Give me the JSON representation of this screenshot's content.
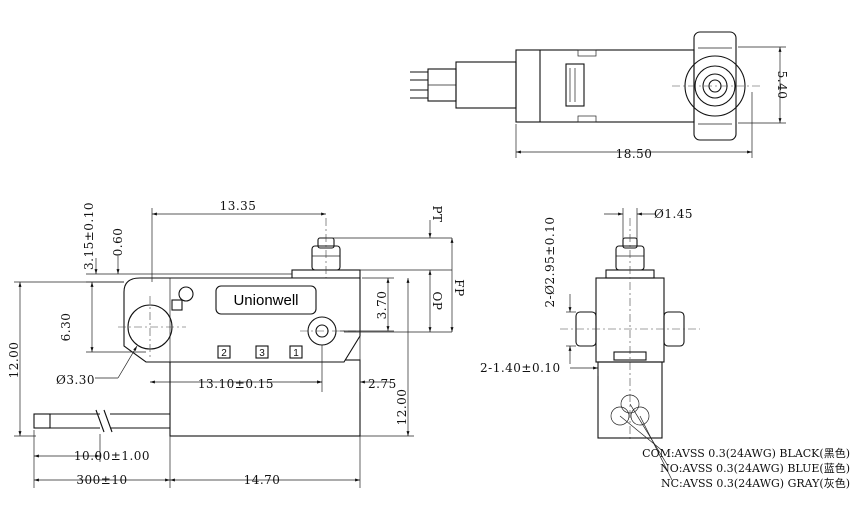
{
  "top_view": {
    "dim_length": "18.50",
    "dim_height": "5.40"
  },
  "front_view": {
    "brand": "Unionwell",
    "dim_13_35": "13.35",
    "dim_3_15": "3.15±0.10",
    "dim_0_60": "0.60",
    "dim_6_30": "6.30",
    "dim_12_00_left": "12.00",
    "dim_hole": "Ø3.30",
    "dim_13_10": "13.10±0.15",
    "dim_2_75": "2.75",
    "dim_3_70": "3.70",
    "dim_12_00_right": "12.00",
    "dim_10_00": "10.00±1.00",
    "dim_300": "300±10",
    "dim_14_70": "14.70",
    "label_pt": "PT",
    "label_op": "OP",
    "label_fp": "FP",
    "terminals": [
      "2",
      "3",
      "1"
    ]
  },
  "side_view": {
    "dim_1_45": "Ø1.45",
    "dim_2_95": "2-Ø2.95±0.10",
    "dim_1_40": "2-1.40±0.10"
  },
  "wires": [
    "COM:AVSS 0.3(24AWG) BLACK(黑色)",
    "NO:AVSS 0.3(24AWG) BLUE(蓝色)",
    "NC:AVSS 0.3(24AWG) GRAY(灰色)"
  ]
}
